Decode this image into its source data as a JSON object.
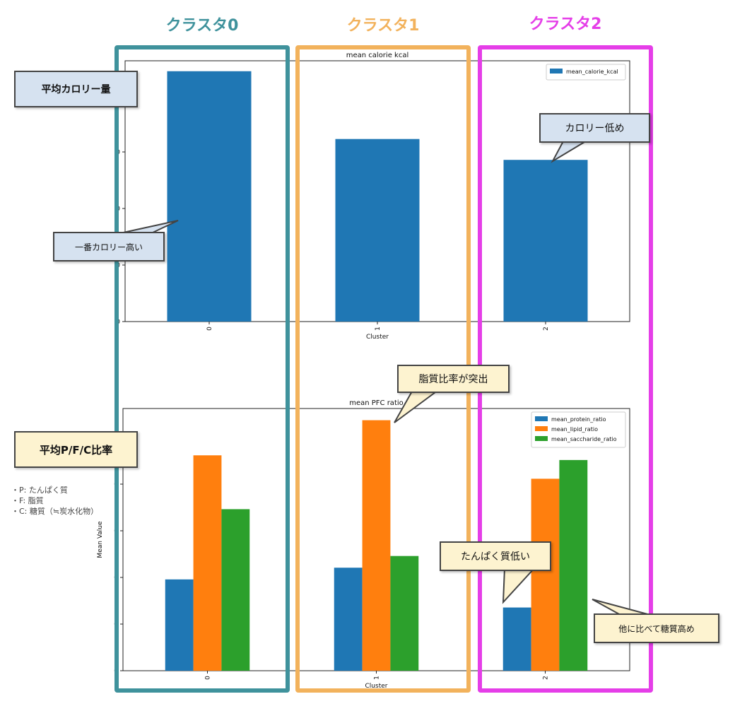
{
  "clusters": [
    {
      "title": "クラスタ0",
      "color": "#3f929c"
    },
    {
      "title": "クラスタ1",
      "color": "#f2b25c"
    },
    {
      "title": "クラスタ2",
      "color": "#e53ee8"
    }
  ],
  "side_labels": {
    "calorie": "平均カロリー量",
    "pfc": "平均P/F/C比率"
  },
  "notes": [
    "・P: たんぱく質",
    "・F: 脂質",
    "・C: 糖質（≒炭水化物）"
  ],
  "callouts": {
    "highest_calorie": "一番カロリー高い",
    "low_calorie": "カロリー低め",
    "lipid_stand_out": "脂質比率が突出",
    "low_protein": "たんぱく質低い",
    "high_saccharide": "他に比べて糖質高め"
  },
  "colors": {
    "calorie_box": "#d6e2f0",
    "pfc_box": "#fdf3d0",
    "protein": "#1f77b4",
    "lipid": "#ff7f0e",
    "saccharide": "#2ca02c"
  },
  "chart_data": [
    {
      "type": "bar",
      "title": "mean calorie kcal",
      "xlabel": "Cluster",
      "ylabel": "",
      "categories": [
        "0",
        "1",
        "2"
      ],
      "ytick_labels": [
        "0",
        "0",
        "0",
        "0"
      ],
      "ylim": [
        0,
        100
      ],
      "series": [
        {
          "name": "mean_calorie_kcal",
          "values": [
            96,
            70,
            62
          ]
        }
      ],
      "legend": "top-right"
    },
    {
      "type": "bar",
      "title": "mean PFC ratio",
      "xlabel": "Cluster",
      "ylabel": "Mean Value",
      "categories": [
        "0",
        "1",
        "2"
      ],
      "ytick_labels": [
        "0",
        "0",
        "0",
        "0",
        "0"
      ],
      "ylim": [
        0,
        0.56
      ],
      "series": [
        {
          "name": "mean_protein_ratio",
          "values": [
            0.195,
            0.22,
            0.135
          ]
        },
        {
          "name": "mean_lipid_ratio",
          "values": [
            0.46,
            0.535,
            0.41
          ]
        },
        {
          "name": "mean_saccharide_ratio",
          "values": [
            0.345,
            0.245,
            0.45
          ]
        }
      ],
      "legend": "top-right"
    }
  ]
}
